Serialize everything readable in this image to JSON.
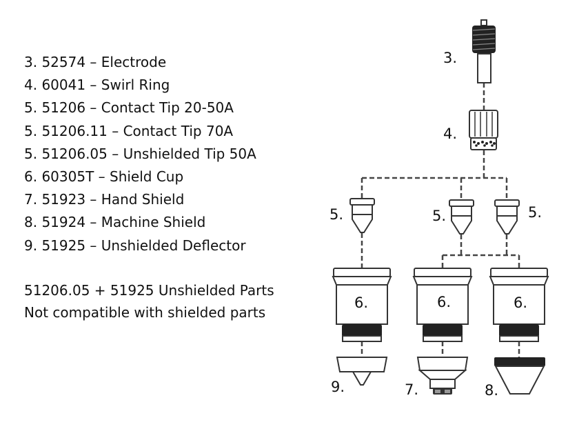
{
  "parts_list": [
    "3. 52574 – Electrode",
    "4. 60041 – Swirl Ring",
    "5. 51206 – Contact Tip 20-50A",
    "5. 51206.11 – Contact Tip 70A",
    "5. 51206.05 – Unshielded Tip 50A",
    "6. 60305T – Shield Cup",
    "7. 51923 – Hand Shield",
    "8. 51924 – Machine Shield",
    "9. 51925 – Unshielded Deflector"
  ],
  "note": [
    "51206.05 + 51925 Unshielded Parts",
    "Not compatible with shielded parts"
  ],
  "diagram_labels": {
    "electrode": "3.",
    "swirl_ring": "4.",
    "tip_left": "5.",
    "tip_middle": "5.",
    "tip_right": "5.",
    "cup_left": "6.",
    "cup_middle": "6.",
    "cup_right": "6.",
    "deflector": "9.",
    "hand_shield": "7.",
    "machine_shield": "8."
  }
}
